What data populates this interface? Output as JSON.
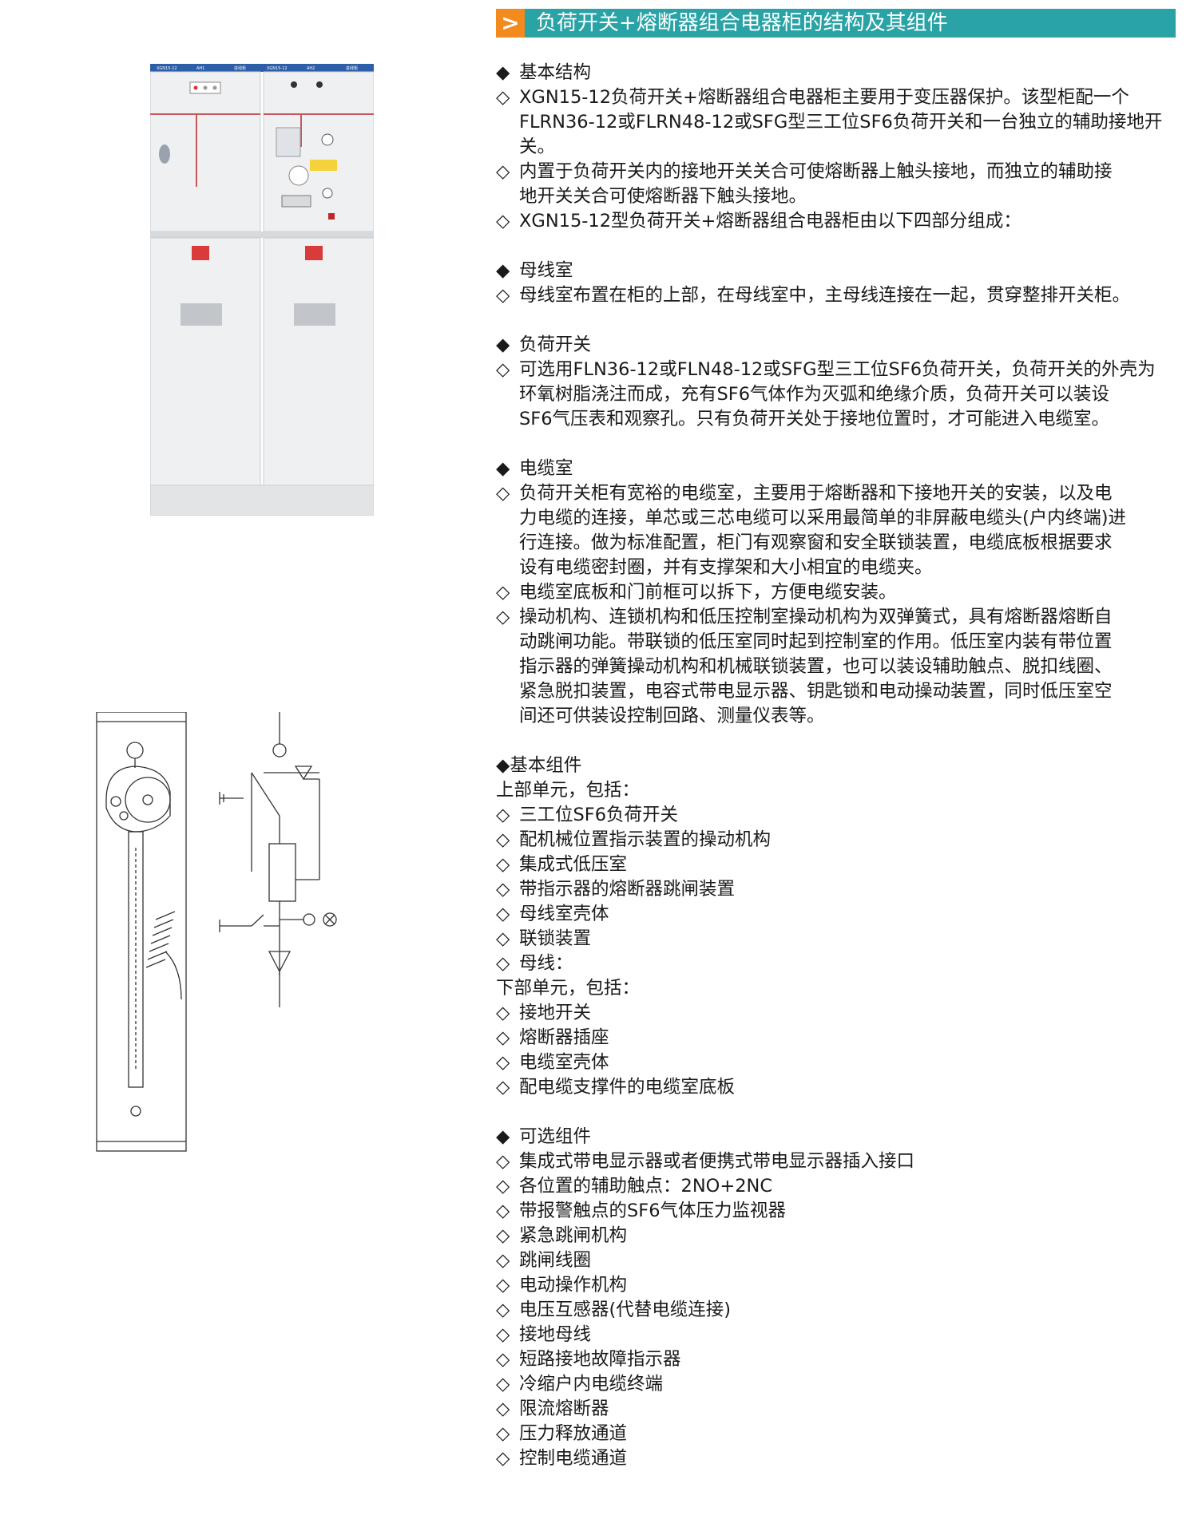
{
  "header": {
    "arrow_icon": "chevron-right-icon",
    "title": "负荷开关+熔断器组合电器柜的结构及其组件",
    "bar_color": "#2aa3a6",
    "arrow_color": "#f28a1e"
  },
  "photo": {
    "label_left_model": "XGN15-12",
    "label_left_code": "AH1",
    "label_left_name": "进线柜",
    "label_right_model": "XGN15-12",
    "label_right_code": "AH2",
    "label_right_name": "进线柜"
  },
  "sections": {
    "basic_structure": {
      "title": "基本结构",
      "lines": [
        "XGN15-12负荷开关+熔断器组合电器柜主要用于变压器保护。该型柜配一个",
        "FLRN36-12或FLRN48-12或SFG型三工位SF6负荷开关和一台独立的辅助接地开",
        "关。",
        "内置于负荷开关内的接地开关关合可使熔断器上触头接地，而独立的辅助接",
        "地开关关合可使熔断器下触头接地。",
        "XGN15-12型负荷开关+熔断器组合电器柜由以下四部分组成："
      ]
    },
    "busbar_room": {
      "title": "母线室",
      "lines": [
        "母线室布置在柜的上部，在母线室中，主母线连接在一起，贯穿整排开关柜。"
      ]
    },
    "load_switch": {
      "title": "负荷开关",
      "lines": [
        "可选用FLN36-12或FLN48-12或SFG型三工位SF6负荷开关，负荷开关的外壳为",
        "环氧树脂浇注而成，充有SF6气体作为灭弧和绝缘介质，负荷开关可以装设",
        "SF6气压表和观察孔。只有负荷开关处于接地位置时，才可能进入电缆室。"
      ]
    },
    "cable_room": {
      "title": "电缆室",
      "lines": [
        "负荷开关柜有宽裕的电缆室，主要用于熔断器和下接地开关的安装，以及电",
        "力电缆的连接，单芯或三芯电缆可以采用最简单的非屏蔽电缆头(户内终端)进",
        "行连接。做为标准配置，柜门有观察窗和安全联锁装置，电缆底板根据要求",
        "设有电缆密封圈，并有支撑架和大小相宜的电缆夹。",
        "电缆室底板和门前框可以拆下，方便电缆安装。",
        "操动机构、连锁机构和低压控制室操动机构为双弹簧式，具有熔断器熔断自",
        "动跳闸功能。带联锁的低压室同时起到控制室的作用。低压室内装有带位置",
        "指示器的弹簧操动机构和机械联锁装置，也可以装设辅助触点、脱扣线圈、",
        "紧急脱扣装置，电容式带电显示器、钥匙锁和电动操动装置，同时低压室空",
        "间还可供装设控制回路、测量仪表等。"
      ]
    },
    "basic_components": {
      "title": "基本组件",
      "upper_label": "上部单元，包括：",
      "upper_items": [
        "三工位SF6负荷开关",
        "配机械位置指示装置的操动机构",
        "集成式低压室",
        "带指示器的熔断器跳闸装置",
        "母线室壳体",
        "联锁装置",
        "母线："
      ],
      "lower_label": "下部单元，包括：",
      "lower_items": [
        "接地开关",
        "熔断器插座",
        "电缆室壳体",
        "配电缆支撑件的电缆室底板"
      ]
    },
    "optional_components": {
      "title": "可选组件",
      "items": [
        "集成式带电显示器或者便携式带电显示器插入接口",
        "各位置的辅助触点：2NO+2NC",
        "带报警触点的SF6气体压力监视器",
        "紧急跳闸机构",
        "跳闸线圈",
        "电动操作机构",
        "电压互感器(代替电缆连接)",
        "接地母线",
        "短路接地故障指示器",
        "冷缩户内电缆终端",
        "限流熔断器",
        "压力释放通道",
        "控制电缆通道"
      ]
    }
  },
  "marks": {
    "section": "◆",
    "item": "◇"
  }
}
